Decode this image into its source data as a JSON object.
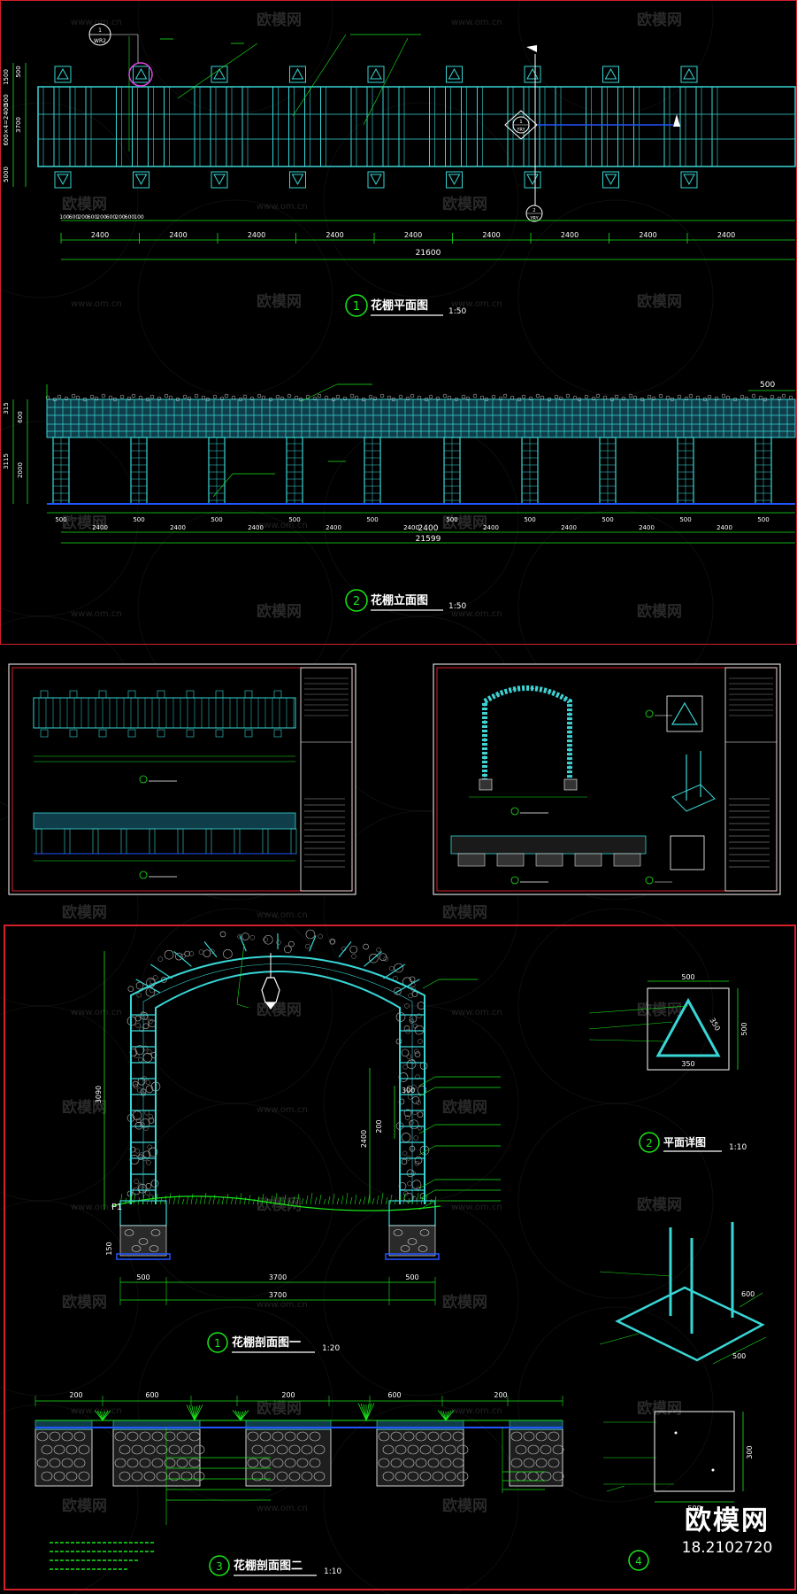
{
  "watermark": {
    "brand": "欧模网",
    "url": "www.om.cn"
  },
  "corner_logo": {
    "brand": "欧模网",
    "id": "18.2102720"
  },
  "colors": {
    "background": "#000000",
    "frame_red": "#d4202a",
    "cyan": "#39d6d6",
    "green": "#19e819",
    "white": "#ffffff",
    "blue": "#2255ff",
    "magenta": "#e040e0"
  },
  "plan_view": {
    "number": "1",
    "title": "花棚平面图",
    "scale": "1:50",
    "tag_top": "WR2",
    "tag_mid": "YRY",
    "tag_edge": "YRY",
    "left_dims": [
      "1500",
      "500",
      "3700",
      "600×4=2400",
      "5000",
      "500"
    ],
    "small_dims": [
      "100",
      "600",
      "200",
      "600",
      "200",
      "600",
      "200",
      "600",
      "100"
    ],
    "bay_dims": [
      "2400",
      "2400",
      "2400",
      "2400",
      "2400",
      "2400",
      "2400",
      "2400",
      "2400"
    ],
    "total": "21600"
  },
  "elevation_view": {
    "number": "2",
    "title": "花棚立面图",
    "scale": "1:50",
    "left_dims": [
      "315",
      "600",
      "3115",
      "2000"
    ],
    "top_right_dim": "500",
    "col_dims": [
      "500",
      "500",
      "500",
      "500",
      "500",
      "500",
      "500",
      "500",
      "500",
      "500"
    ],
    "bay_dims": [
      "2400",
      "2400",
      "2400",
      "2400",
      "2400",
      "2400",
      "2400",
      "2400",
      "2400"
    ],
    "top_dim": "2400",
    "total": "21599"
  },
  "section_one": {
    "number": "1",
    "title": "花棚剖面图一",
    "scale": "1:20",
    "height_dim": "3090",
    "inner_height": "2400",
    "panel_dims": [
      "300",
      "200"
    ],
    "label_p1": "P1",
    "base_dim": "150",
    "span_dims": [
      "500",
      "3700",
      "500"
    ],
    "total": "3700"
  },
  "plan_detail": {
    "number": "2",
    "title": "平面详图",
    "scale": "1:10",
    "dims": [
      "500",
      "500",
      "350",
      "350"
    ]
  },
  "section_two": {
    "number": "3",
    "title": "花棚剖面图二",
    "scale": "1:10",
    "dims": [
      "200",
      "600",
      "200",
      "600",
      "200"
    ]
  },
  "iso_detail": {
    "number": "4",
    "dims": [
      "600",
      "500"
    ],
    "base_dims": [
      "500",
      "300"
    ]
  }
}
